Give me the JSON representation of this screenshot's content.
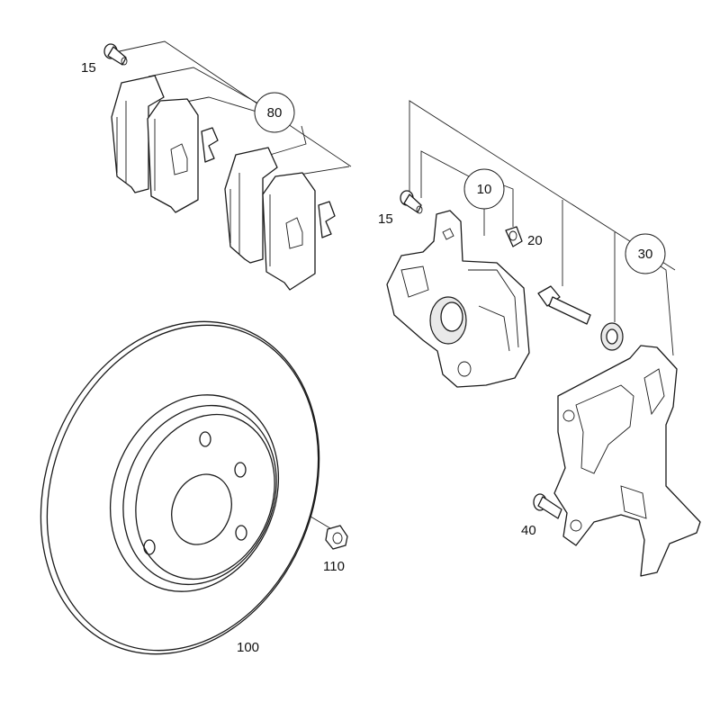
{
  "labels": {
    "p15a": "15",
    "p80": "80",
    "p15b": "15",
    "p10": "10",
    "p20": "20",
    "p30": "30",
    "p40": "40",
    "p110": "110",
    "p100": "100"
  }
}
